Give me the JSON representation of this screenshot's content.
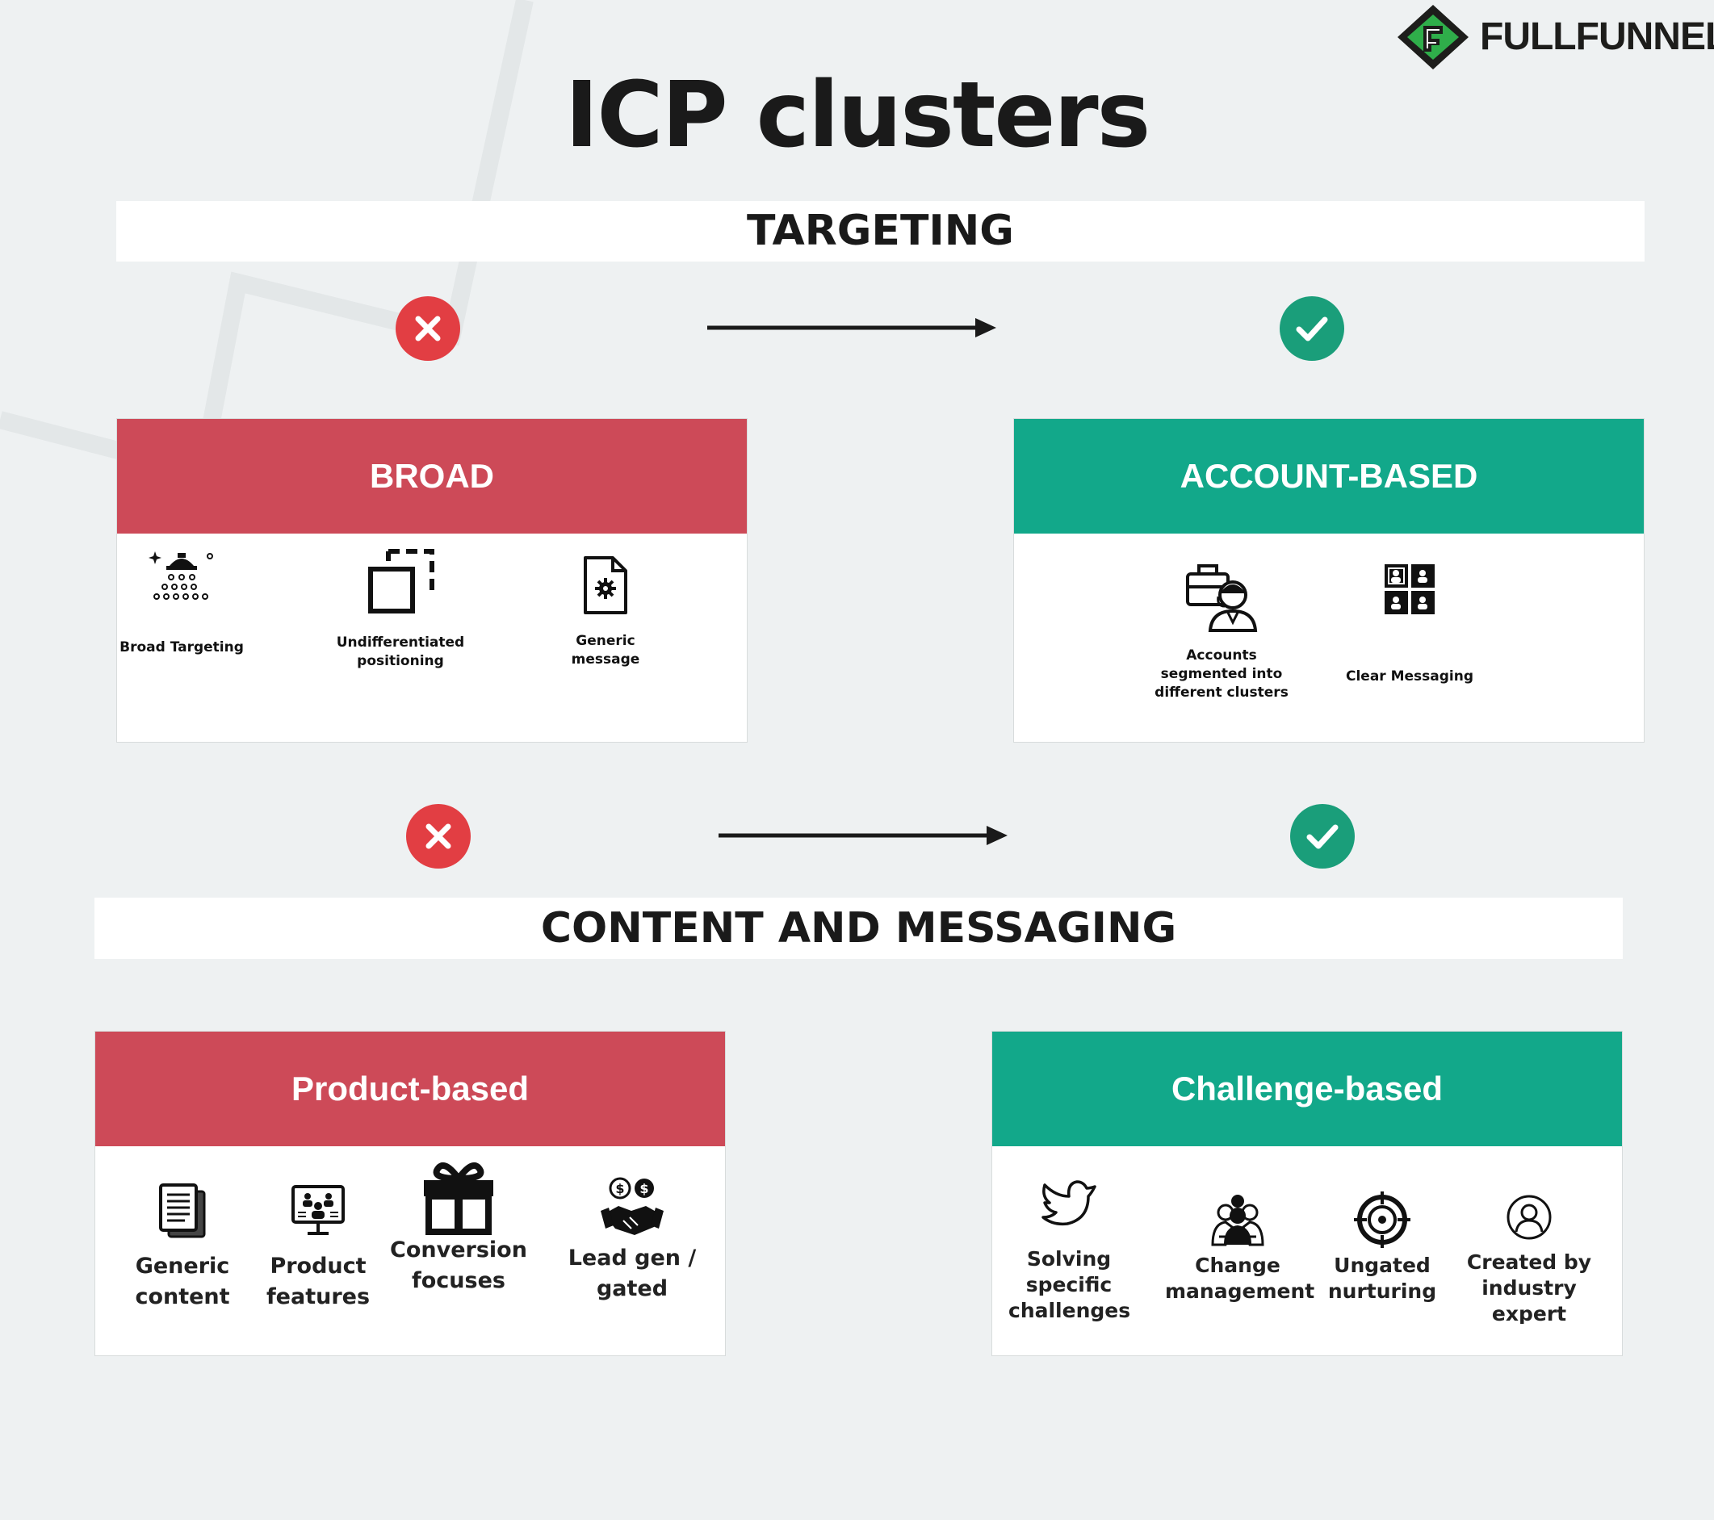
{
  "brand": {
    "name": "FULLFUNNEL"
  },
  "title": "ICP clusters",
  "sections": {
    "targeting": "TARGETING",
    "content": "CONTENT AND MESSAGING"
  },
  "colors": {
    "bad": "#e23e43",
    "good": "#1a9e7a",
    "red_header": "#cd4a58",
    "green_header": "#12a88a"
  },
  "cards": {
    "broad": {
      "title": "BROAD",
      "items": [
        {
          "icon": "shower-icon",
          "label": "Broad Targeting"
        },
        {
          "icon": "overlap-squares-icon",
          "label": "Undifferentiated positioning"
        },
        {
          "icon": "document-gear-icon",
          "label": "Generic message"
        }
      ]
    },
    "account_based": {
      "title": "ACCOUNT-BASED",
      "items": [
        {
          "icon": "agent-briefcase-icon",
          "label": "Accounts segmented into different clusters"
        },
        {
          "icon": "user-grid-icon",
          "label": "Clear Messaging"
        }
      ]
    },
    "product_based": {
      "title": "Product-based",
      "items": [
        {
          "icon": "documents-icon",
          "label": "Generic content"
        },
        {
          "icon": "monitor-users-icon",
          "label": "Product features"
        },
        {
          "icon": "gift-icon",
          "label": "Conversion focuses"
        },
        {
          "icon": "handshake-dollar-icon",
          "label": "Lead gen / gated"
        }
      ]
    },
    "challenge_based": {
      "title": "Challenge-based",
      "items": [
        {
          "icon": "bird-icon",
          "label": "Solving specific challenges"
        },
        {
          "icon": "team-icon",
          "label": "Change management"
        },
        {
          "icon": "target-icon",
          "label": "Ungated nurturing"
        },
        {
          "icon": "user-circle-icon",
          "label": "Created by industry expert"
        }
      ]
    }
  }
}
